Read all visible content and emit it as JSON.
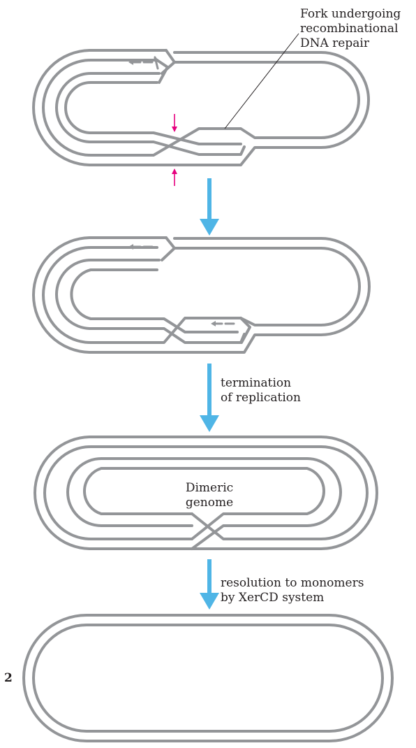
{
  "labels": {
    "fork_line1": "Fork undergoing",
    "fork_line2": "recombinational",
    "fork_line3": "DNA repair",
    "step2_line1": "termination",
    "step2_line2": "of replication",
    "dimer_line1": "Dimeric",
    "dimer_line2": "genome",
    "step3_line1": "resolution to monomers",
    "step3_line2": "by XerCD system",
    "count": "2"
  },
  "colors": {
    "dna_strand": "#939598",
    "process_arrow": "#4fb5e6",
    "cut_marker": "#e6007e",
    "text": "#231f20"
  }
}
